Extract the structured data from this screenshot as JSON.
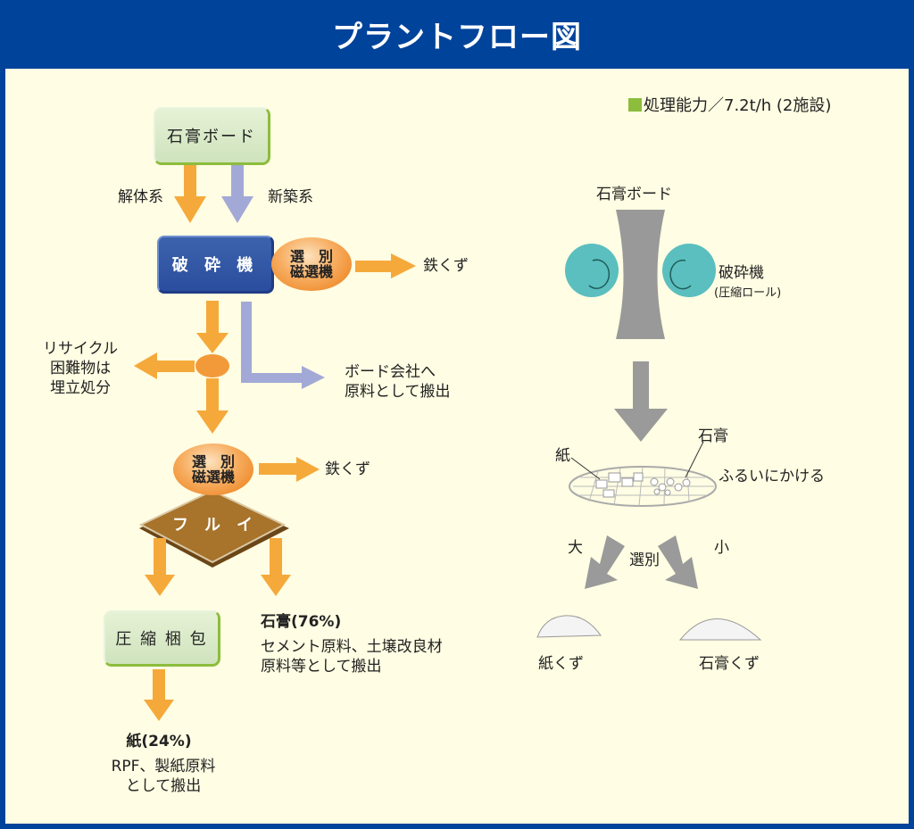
{
  "header": {
    "title": "プラントフロー図"
  },
  "capacity": {
    "marker_color": "#8cbd3c",
    "text": "処理能力／7.2t/h (2施設)"
  },
  "flow": {
    "gypsum_board": "石膏ボード",
    "demolition": "解体系",
    "new_construction": "新築系",
    "crusher": "破 砕 機",
    "magnet1": {
      "line1": "選　別",
      "line2": "磁選機"
    },
    "iron_scrap1": "鉄くず",
    "landfill": {
      "line1": "リサイクル",
      "line2": "困難物は",
      "line3": "埋立処分"
    },
    "board_company": {
      "line1": "ボード会社へ",
      "line2": "原料として搬出"
    },
    "magnet2": {
      "line1": "選　別",
      "line2": "磁選機"
    },
    "iron_scrap2": "鉄くず",
    "sieve": "フ　ル　イ",
    "compress": "圧 縮 梱 包",
    "gypsum_out": {
      "title": "石膏(76%)",
      "line1": "セメント原料、土壌改良材",
      "line2": "原料等として搬出"
    },
    "paper_out": {
      "title": "紙(24%)",
      "line1": "RPF、製紙原料",
      "line2": "として搬出"
    }
  },
  "illustration": {
    "gypsum_board": "石膏ボード",
    "crusher": "破砕機",
    "crusher_sub": "(圧縮ロール)",
    "paper": "紙",
    "gypsum": "石膏",
    "sieve": "ふるいにかける",
    "large": "大",
    "sort": "選別",
    "small": "小",
    "paper_scrap": "紙くず",
    "gypsum_scrap": "石膏くず"
  },
  "colors": {
    "orange": "#f5a93a",
    "lavender": "#a3a9d6",
    "gray": "#9a9a9a",
    "teal": "#5bbfbf",
    "brown": "#a8732a"
  }
}
